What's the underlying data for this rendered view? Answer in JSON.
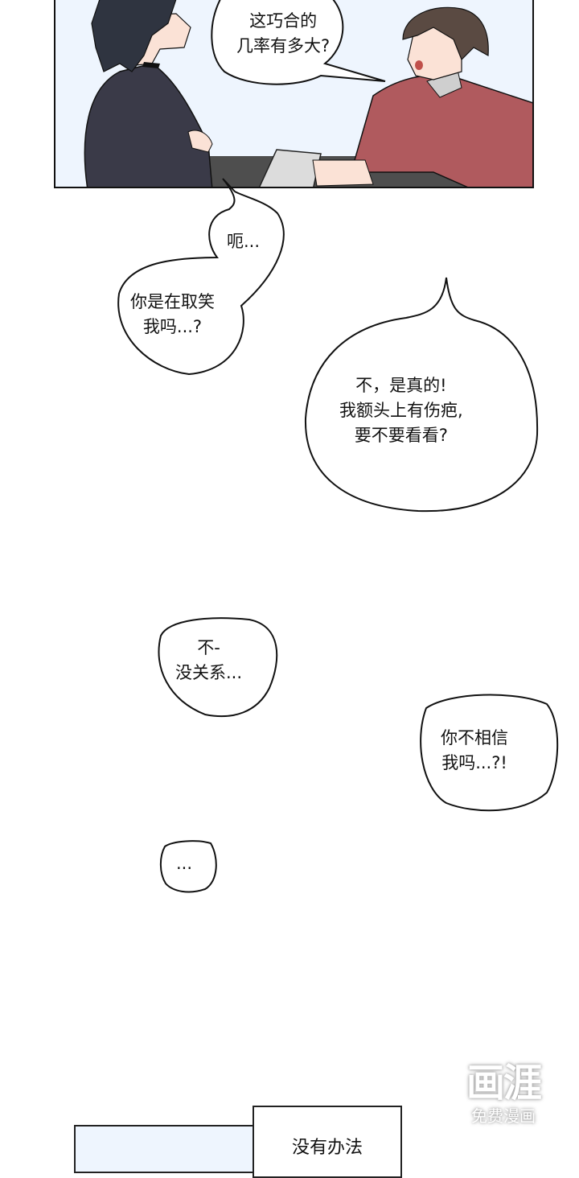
{
  "comic": {
    "panel_1": {
      "background_color": "#eef5fe",
      "characters": [
        {
          "name": "dark-haired-character",
          "clothing_color": "#3a3a48"
        },
        {
          "name": "brown-haired-character",
          "clothing_color": "#b05a5e"
        }
      ],
      "speech": "这巧合的\n几率有多大?"
    },
    "bubbles": [
      {
        "id": "uh",
        "text": "呃..."
      },
      {
        "id": "joking",
        "text": "你是在取笑\n我吗...?"
      },
      {
        "id": "real",
        "text": "不，是真的!\n我额头上有伤疤,\n要不要看看?"
      },
      {
        "id": "no-matter",
        "text": "不-\n没关系..."
      },
      {
        "id": "dont-believe",
        "text": "你不相信\n我吗...?!"
      },
      {
        "id": "ellipsis",
        "text": "..."
      }
    ],
    "caption_box": {
      "text": "没有办法"
    },
    "watermark": {
      "logo": "画涯",
      "subtitle": "免费漫画"
    }
  }
}
